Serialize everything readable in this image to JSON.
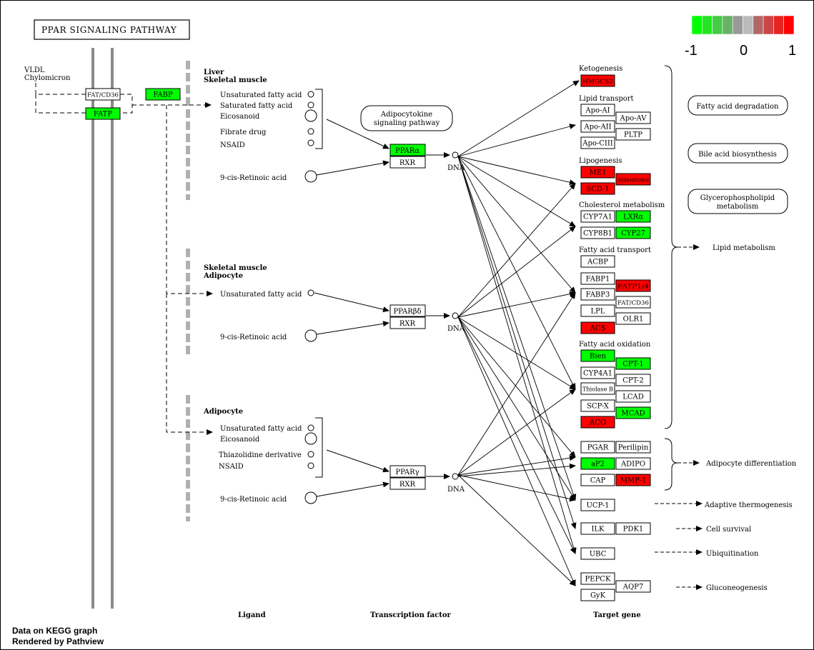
{
  "title": "PPAR SIGNALING PATHWAY",
  "legend": {
    "min_label": "-1",
    "mid_label": "0",
    "max_label": "1",
    "colors": [
      "#00ff00",
      "#22e622",
      "#44cc44",
      "#66b366",
      "#999999",
      "#bbbbbb",
      "#b36666",
      "#cc4444",
      "#e62222",
      "#ff0000"
    ]
  },
  "colors": {
    "up": "#ff0000",
    "down": "#00ff00",
    "none": "#ffffff"
  },
  "membrane_labels": {
    "vldl": "VLDL",
    "chylomicron": "Chylomicron"
  },
  "section_headers": {
    "liver": "Liver",
    "skeletal_muscle_1": "Skeletal muscle",
    "skeletal_muscle_2": "Skeletal muscle",
    "adipocyte_1": "Adipocyte",
    "adipocyte_2": "Adipocyte"
  },
  "ligands": {
    "liver": [
      "Unsaturated fatty acid",
      "Saturated fatty acid",
      "Eicosanoid",
      "Fibrate drug",
      "NSAID"
    ],
    "liver_rxr": "9-cis-Retinoic acid",
    "muscle": "Unsaturated fatty acid",
    "muscle_rxr": "9-cis-Retinoic acid",
    "adipocyte": [
      "Unsaturated fatty acid",
      "Eicosanoid",
      "Thiazolidine derivative",
      "NSAID"
    ],
    "adipocyte_rxr": "9-cis-Retinoic acid"
  },
  "transcription": {
    "ppar_alpha": "PPARα",
    "ppar_bd": "PPARβδ",
    "ppar_gamma": "PPARγ",
    "rxr": "RXR",
    "dna": "DNA"
  },
  "genes": {
    "fatcd36_left": {
      "label": "FAT/CD36",
      "state": "none"
    },
    "fabp_left": {
      "label": "FABP",
      "state": "down"
    },
    "fatp_left": {
      "label": "FATP",
      "state": "down"
    },
    "hmgcs2": {
      "label": "HMGCS2",
      "state": "up"
    },
    "apoai": {
      "label": "Apo-AI",
      "state": "none"
    },
    "apoav": {
      "label": "Apo-AV",
      "state": "none"
    },
    "apoaii": {
      "label": "Apo-AII",
      "state": "none"
    },
    "pltp": {
      "label": "PLTP",
      "state": "none"
    },
    "apociii": {
      "label": "Apo-CIII",
      "state": "none"
    },
    "me1": {
      "label": "ME1",
      "state": "up"
    },
    "desaturase": {
      "label": "Δ6desaturase",
      "state": "up"
    },
    "scd1": {
      "label": "SCD-1",
      "state": "up"
    },
    "cyp7a1": {
      "label": "CYP7A1",
      "state": "none"
    },
    "lxra": {
      "label": "LXRα",
      "state": "down"
    },
    "cyp8b1": {
      "label": "CYP8B1",
      "state": "none"
    },
    "cyp27": {
      "label": "CYP27",
      "state": "down"
    },
    "acbp": {
      "label": "ACBP",
      "state": "none"
    },
    "fabp1": {
      "label": "FABP1",
      "state": "none"
    },
    "fatp14": {
      "label": "FATP1/4",
      "state": "up"
    },
    "fabp3": {
      "label": "FABP3",
      "state": "none"
    },
    "fatcd36_right": {
      "label": "FAT/CD36",
      "state": "none"
    },
    "lpl": {
      "label": "LPL",
      "state": "none"
    },
    "olr1": {
      "label": "OLR1",
      "state": "none"
    },
    "acs": {
      "label": "ACS",
      "state": "up"
    },
    "bien": {
      "label": "Bien",
      "state": "down"
    },
    "cpt1": {
      "label": "CPT-1",
      "state": "down"
    },
    "cyp4a1": {
      "label": "CYP4A1",
      "state": "none"
    },
    "cpt2": {
      "label": "CPT-2",
      "state": "none"
    },
    "thiolase": {
      "label": "Thiolase B",
      "state": "none"
    },
    "lcad": {
      "label": "LCAD",
      "state": "none"
    },
    "scpx": {
      "label": "SCP-X",
      "state": "none"
    },
    "mcad": {
      "label": "MCAD",
      "state": "down"
    },
    "aco": {
      "label": "ACO",
      "state": "up"
    },
    "pgar": {
      "label": "PGAR",
      "state": "none"
    },
    "perilipin": {
      "label": "Perilipin",
      "state": "none"
    },
    "ap2": {
      "label": "aP2",
      "state": "down"
    },
    "adipo": {
      "label": "ADIPO",
      "state": "none"
    },
    "cap": {
      "label": "CAP",
      "state": "none"
    },
    "mmp1": {
      "label": "MMP-1",
      "state": "up"
    },
    "ucp1": {
      "label": "UCP-1",
      "state": "none"
    },
    "ilk": {
      "label": "ILK",
      "state": "none"
    },
    "pdk1": {
      "label": "PDK1",
      "state": "none"
    },
    "ubc": {
      "label": "UBC",
      "state": "none"
    },
    "pepck": {
      "label": "PEPCK",
      "state": "none"
    },
    "aqp7": {
      "label": "AQP7",
      "state": "none"
    },
    "gyk": {
      "label": "GyK",
      "state": "none"
    }
  },
  "group_labels": {
    "ketogenesis": "Ketogenesis",
    "lipid_transport": "Lipid transport",
    "lipogenesis": "Lipogenesis",
    "cholesterol": "Cholesterol metabolism",
    "fa_transport": "Fatty acid transport",
    "fa_oxidation": "Fatty acid oxidation"
  },
  "pathways": {
    "adipocytokine": [
      "Adipocytokine",
      "signaling pathway"
    ],
    "fa_degradation": "Fatty acid degradation",
    "bile_acid": "Bile acid biosynthesis",
    "glycerophospholipid": [
      "Glycerophospholipid",
      "metabolism"
    ]
  },
  "outcomes": {
    "lipid_metabolism": "Lipid metabolism",
    "adipocyte_diff": "Adipocyte differentiation",
    "thermogenesis": "Adaptive thermogenesis",
    "cell_survival": "Cell survival",
    "ubiquitination": "Ubiquitination",
    "gluconeogenesis": "Gluconeogenesis"
  },
  "column_labels": {
    "ligand": "Ligand",
    "tf": "Transcription factor",
    "target": "Target gene"
  },
  "footer": {
    "line1": "Data on KEGG graph",
    "line2": "Rendered by Pathview"
  }
}
